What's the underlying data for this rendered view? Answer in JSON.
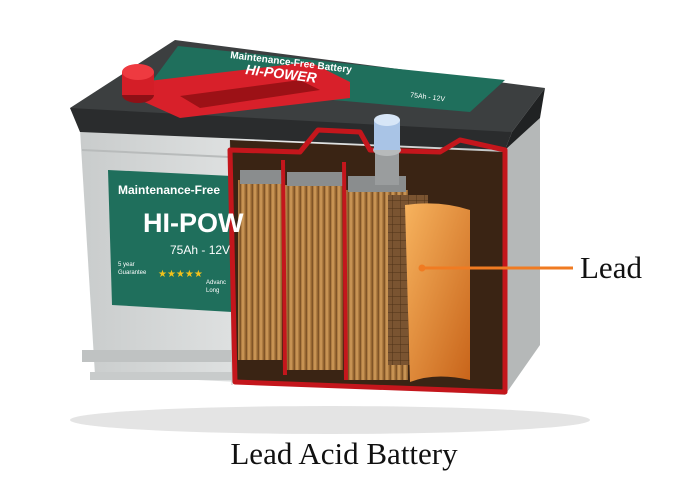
{
  "caption": "Lead Acid Battery",
  "callout_label": "Lead",
  "top_label": {
    "line1": "Maintenance-Free Battery",
    "line2": "HI-POWER",
    "rating": "75Ah - 12V"
  },
  "front_label": {
    "line1": "Maintenance-Free",
    "brand": "HI-POW",
    "rating": "75Ah - 12V",
    "warranty_line1": "5 year",
    "warranty_line2": "Guarantee",
    "stars": "★★★★★",
    "right_line1": "Advanc",
    "right_line2": "Long"
  },
  "colors": {
    "label_green": "#1f6f5c",
    "case_grey": "#d9dcdc",
    "lid_dark": "#3c3f40",
    "cutaway_red": "#c4161c",
    "plate_brown": "#b9874a",
    "lead_orange": "#ee7a22",
    "callout_line": "#f07b22"
  }
}
